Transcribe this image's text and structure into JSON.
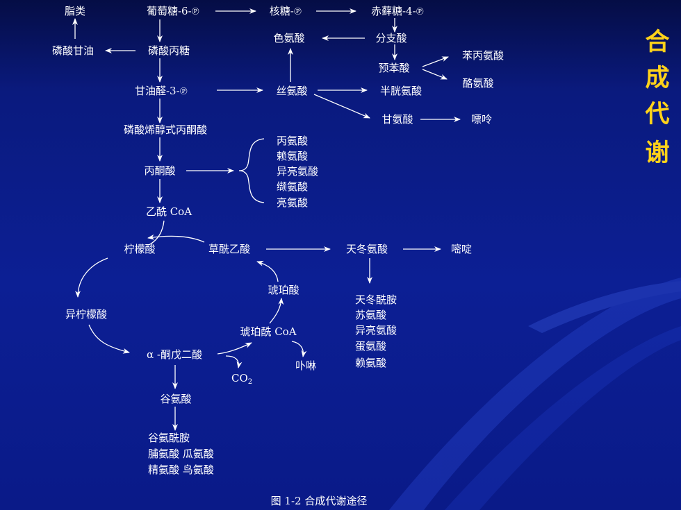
{
  "side_title": [
    "合",
    "成",
    "代",
    "谢"
  ],
  "caption": "图 1-2 合成代谢途径",
  "nodes": {
    "fat": "脂类",
    "g6p": "葡萄糖-6-℗",
    "ribose": "核糖-℗",
    "erythrose": "赤藓糖-4-℗",
    "glycerol_p": "磷酸甘油",
    "triose_p": "磷酸丙糖",
    "trp": "色氨酸",
    "chorismate": "分支酸",
    "prephenate": "预苯酸",
    "phe": "苯丙氨酸",
    "tyr": "酪氨酸",
    "g3p": "甘油醛-3-℗",
    "ser": "丝氨酸",
    "cys": "半胱氨酸",
    "gly": "甘氨酸",
    "purine": "嘌呤",
    "pep": "磷酸烯醇式丙酮酸",
    "pyr": "丙酮酸",
    "pyr_products": [
      "丙氨酸",
      "赖氨酸",
      "异亮氨酸",
      "缬氨酸",
      "亮氨酸"
    ],
    "acoa": "乙酰 CoA",
    "citrate": "柠檬酸",
    "oaa": "草酰乙酸",
    "asp": "天冬氨酸",
    "pyrimidine": "嘧啶",
    "asp_products": [
      "天冬酰胺",
      "苏氨酸",
      "异亮氨酸",
      "蛋氨酸",
      "赖氨酸"
    ],
    "succinate": "琥珀酸",
    "isocitrate": "异柠檬酸",
    "succoa": "琥珀酰 CoA",
    "akg": "α -酮戊二酸",
    "porphyrin": "卟啉",
    "co2_main": "CO",
    "co2_sub": "2",
    "glu": "谷氨酸",
    "glu_products": [
      "谷氨酰胺",
      "脯氨酸  瓜氨酸",
      "精氨酸  鸟氨酸"
    ]
  }
}
